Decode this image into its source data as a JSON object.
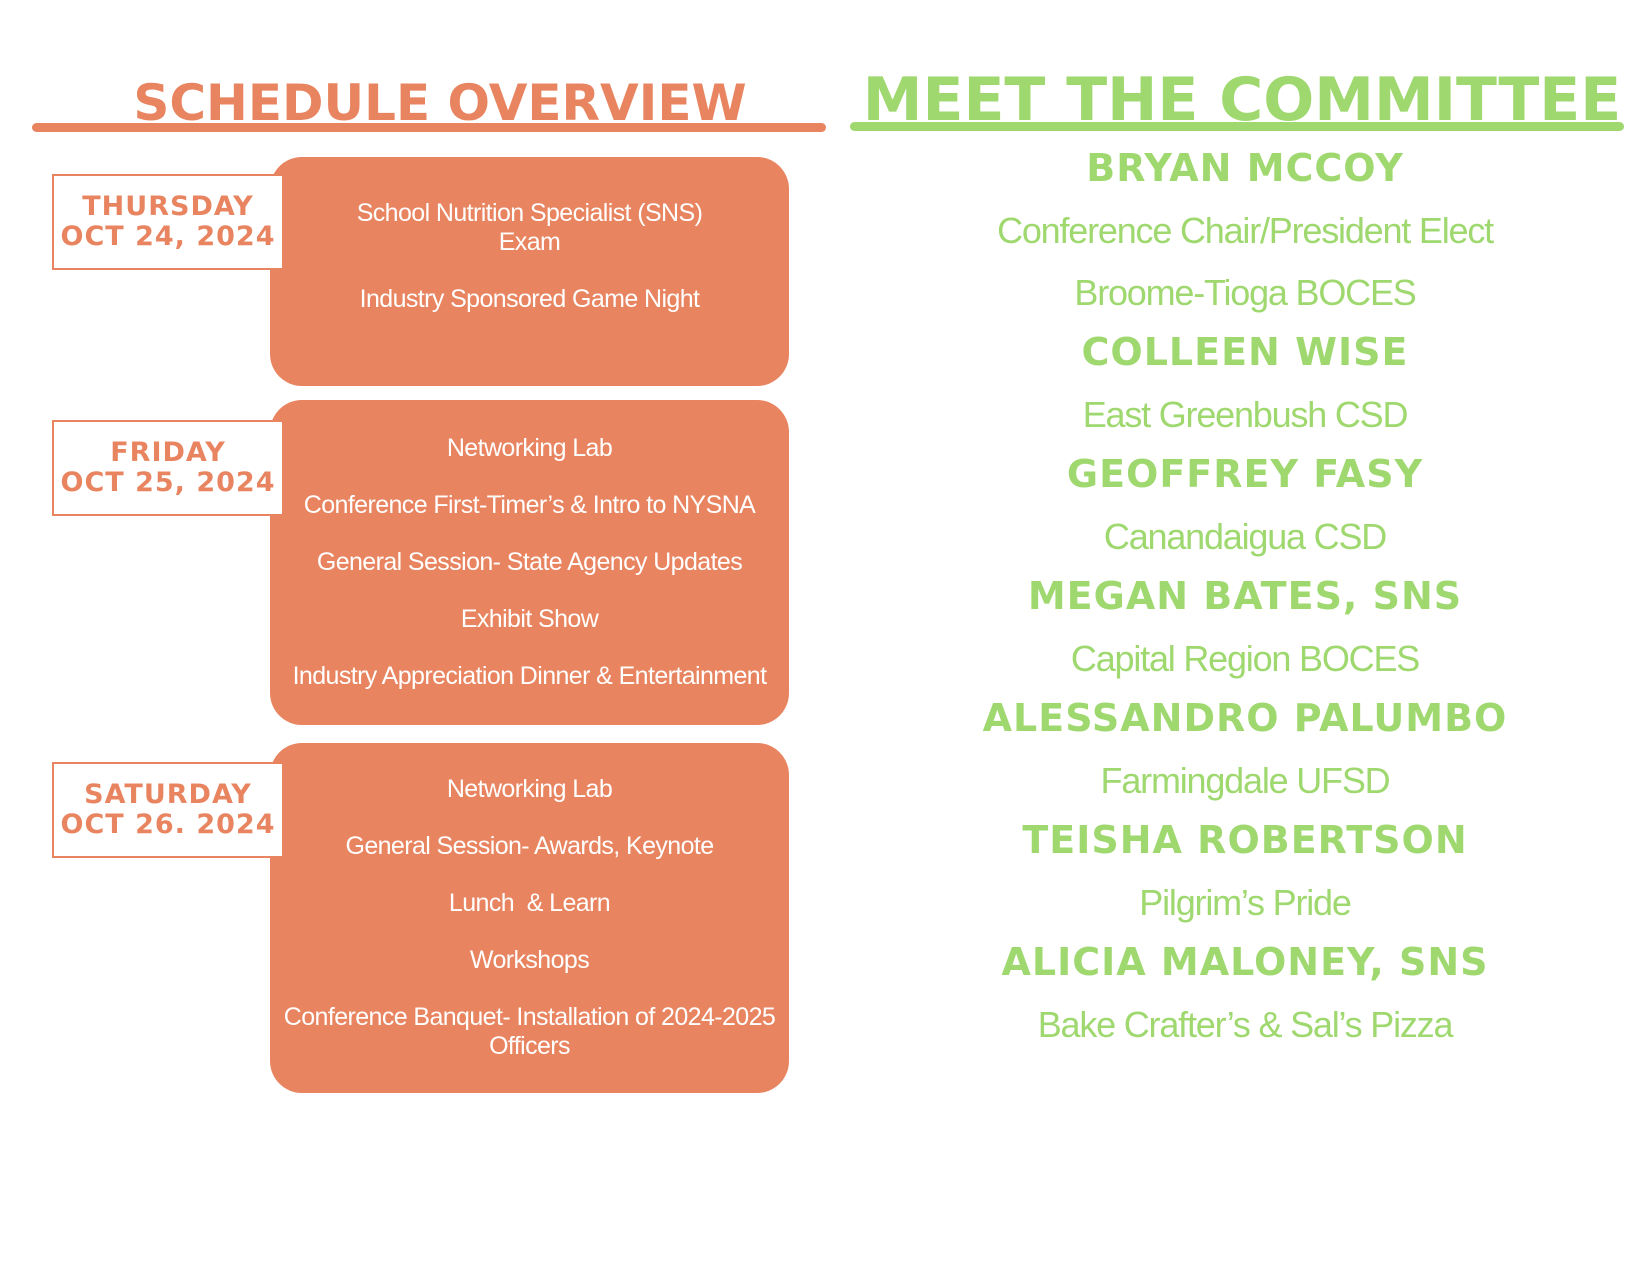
{
  "schedule": {
    "title": "Schedule Overview",
    "days": [
      {
        "day": "Thursday",
        "date": "Oct 24, 2024",
        "events": [
          "School Nutrition Specialist (SNS) Exam",
          "Industry Sponsored Game Night"
        ]
      },
      {
        "day": "Friday",
        "date": "Oct 25, 2024",
        "events": [
          "Networking Lab",
          "Conference First-Timer’s & Intro to NYSNA",
          "General Session- State Agency Updates",
          "Exhibit Show",
          "Industry Appreciation Dinner & Entertainment"
        ]
      },
      {
        "day": "Saturday",
        "date": "Oct 26. 2024",
        "events": [
          "Networking Lab",
          "General Session- Awards, Keynote",
          "Lunch  & Learn",
          "Workshops",
          "Conference Banquet- Installation of 2024-2025 Officers"
        ]
      }
    ]
  },
  "committee": {
    "title": "Meet the Committee",
    "members": [
      {
        "name": "Bryan McCoy",
        "lines": [
          "Conference Chair/President Elect",
          "Broome-Tioga BOCES"
        ]
      },
      {
        "name": "Colleen Wise",
        "lines": [
          "East Greenbush CSD"
        ]
      },
      {
        "name": "Geoffrey Fasy",
        "lines": [
          "Canandaigua CSD"
        ]
      },
      {
        "name": "Megan Bates, SNS",
        "lines": [
          "Capital Region BOCES"
        ]
      },
      {
        "name": "Alessandro Palumbo",
        "lines": [
          "Farmingdale UFSD"
        ]
      },
      {
        "name": "Teisha Robertson",
        "lines": [
          "Pilgrim’s Pride"
        ]
      },
      {
        "name": "Alicia Maloney, SNS",
        "lines": [
          "Bake Crafter’s & Sal’s Pizza"
        ]
      }
    ]
  },
  "colors": {
    "schedule_accent": "#e8845f",
    "committee_accent": "#9ed86e",
    "event_text": "#ffffff"
  }
}
